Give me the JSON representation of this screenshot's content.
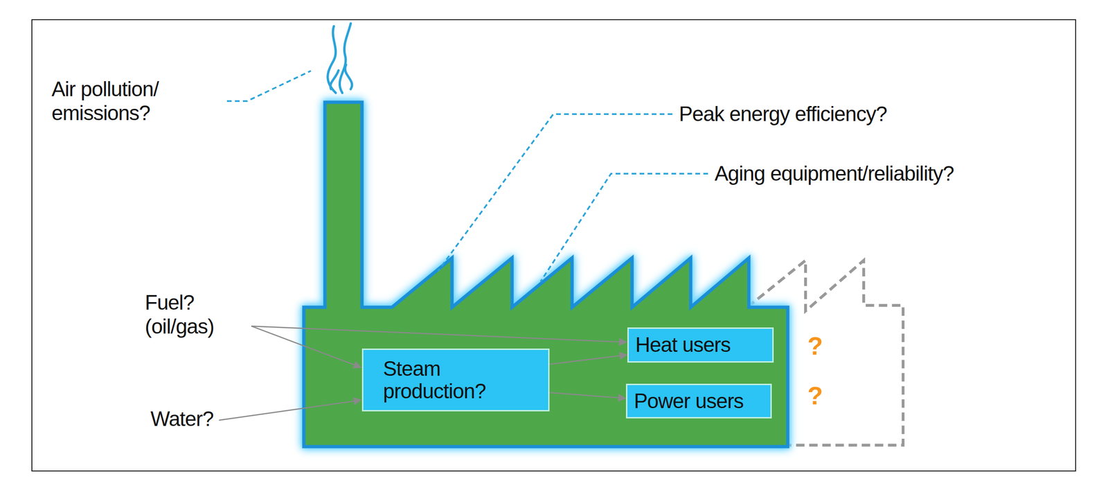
{
  "diagram": {
    "nodes": [
      {
        "text": [
          "Heat users"
        ]
      },
      {
        "text": [
          "Steam production?"
        ]
      },
      {
        "text": [
          "Power users"
        ]
      }
    ],
    "edges": [
      {
        "from": 1,
        "to": 0,
        "arrow": "to"
      },
      {
        "from": 1,
        "to": 2,
        "arrow": "to"
      }
    ],
    "labels": [
      "Air pollution/ emissions?",
      "Peak energy efficiency?",
      "Aging equipment/reliability?",
      "Fuel? (oil/gas)",
      "?",
      "?",
      "Water?"
    ]
  }
}
